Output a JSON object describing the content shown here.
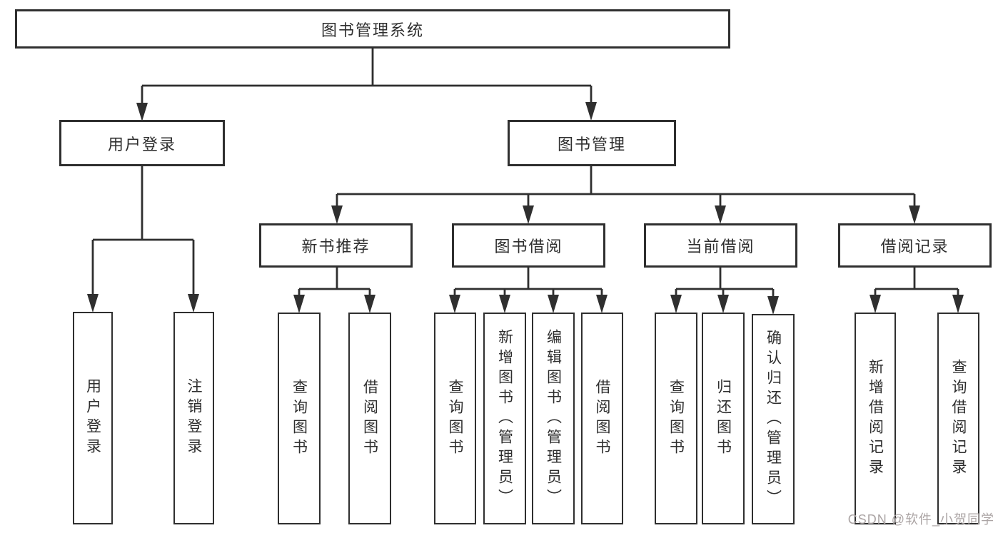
{
  "diagram": {
    "type": "tree-hierarchy",
    "title": "图书管理系统",
    "nodes": {
      "root": {
        "label": "图书管理系统"
      },
      "user_login": {
        "label": "用户登录"
      },
      "book_mgmt": {
        "label": "图书管理"
      },
      "new_book_rec": {
        "label": "新书推荐"
      },
      "book_borrow": {
        "label": "图书借阅"
      },
      "current_borrow": {
        "label": "当前借阅"
      },
      "borrow_records": {
        "label": "借阅记录"
      },
      "user_login_leaf": {
        "label": "用户登录"
      },
      "logout_leaf": {
        "label": "注销登录"
      },
      "rec_query_books": {
        "label": "查询图书"
      },
      "rec_borrow_books": {
        "label": "借阅图书"
      },
      "bb_query_books": {
        "label": "查询图书"
      },
      "bb_add_books": {
        "label": "新增图书（管理员）"
      },
      "bb_edit_books": {
        "label": "编辑图书（管理员）"
      },
      "bb_borrow_books": {
        "label": "借阅图书"
      },
      "cb_query_books": {
        "label": "查询图书"
      },
      "cb_return_books": {
        "label": "归还图书"
      },
      "cb_confirm_return": {
        "label": "确认归还（管理员）"
      },
      "br_add_record": {
        "label": "新增借阅记录"
      },
      "br_query_record": {
        "label": "查询借阅记录"
      }
    },
    "edges": [
      [
        "root",
        "user_login"
      ],
      [
        "root",
        "book_mgmt"
      ],
      [
        "user_login",
        "user_login_leaf"
      ],
      [
        "user_login",
        "logout_leaf"
      ],
      [
        "book_mgmt",
        "new_book_rec"
      ],
      [
        "book_mgmt",
        "book_borrow"
      ],
      [
        "book_mgmt",
        "current_borrow"
      ],
      [
        "book_mgmt",
        "borrow_records"
      ],
      [
        "new_book_rec",
        "rec_query_books"
      ],
      [
        "new_book_rec",
        "rec_borrow_books"
      ],
      [
        "book_borrow",
        "bb_query_books"
      ],
      [
        "book_borrow",
        "bb_add_books"
      ],
      [
        "book_borrow",
        "bb_edit_books"
      ],
      [
        "book_borrow",
        "bb_borrow_books"
      ],
      [
        "current_borrow",
        "cb_query_books"
      ],
      [
        "current_borrow",
        "cb_return_books"
      ],
      [
        "current_borrow",
        "cb_confirm_return"
      ],
      [
        "borrow_records",
        "br_add_record"
      ],
      [
        "borrow_records",
        "br_query_record"
      ]
    ],
    "colors": {
      "line": "#2f2f2f",
      "text": "#2e2e2e",
      "background": "#ffffff",
      "watermark": "#aba4a4"
    }
  },
  "watermark": "CSDN @软件_小贺同学"
}
